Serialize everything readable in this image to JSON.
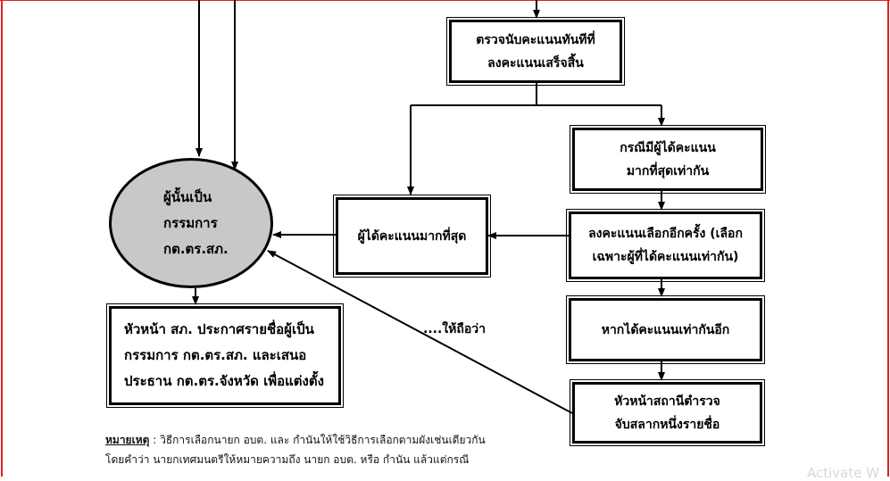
{
  "nodes": {
    "count_votes": [
      "ตรวจนับคะแนนทันทีที่",
      "ลงคะแนนเสร็จสิ้น"
    ],
    "tie_case": [
      "กรณีมีผู้ได้คะแนน",
      "มากที่สุดเท่ากัน"
    ],
    "highest_votes": [
      "ผู้ได้คะแนนมากที่สุด"
    ],
    "revote": [
      "ลงคะแนนเลือกอีกครั้ง (เลือก",
      "เฉพาะผู้ที่ได้คะแนนเท่ากัน)"
    ],
    "tie_again": [
      "หากได้คะแนนเท่ากันอีก"
    ],
    "draw_lots": [
      "หัวหน้าสถานีตำรวจ",
      "จับสลากหนึ่งรายชื่อ"
    ],
    "committee": [
      "ผู้นั้นเป็น",
      "กรรมการ",
      "กต.ตร.สภ."
    ],
    "announce": [
      "หัวหน้า สภ. ประกาศรายชื่อผู้เป็น",
      "กรรมการ กต.ตร.สภ. และเสนอ",
      "ประธาน กต.ตร.จังหวัด เพื่อแต่งตั้ง"
    ]
  },
  "arrow_label": "....ให้ถือว่า",
  "note": {
    "heading": "หมายเหตุ",
    "line1": " :  วิธีการเลือกนายก อบต. และ กำนันให้ใช้วิธีการเลือกตามผังเช่นเดียวกัน",
    "line2": "โดยคำว่า นายกเทศมนตรีให้หมายความถึง นายก อบต. หรือ กำนัน แล้วแต่กรณี"
  },
  "watermark": "Activate W"
}
